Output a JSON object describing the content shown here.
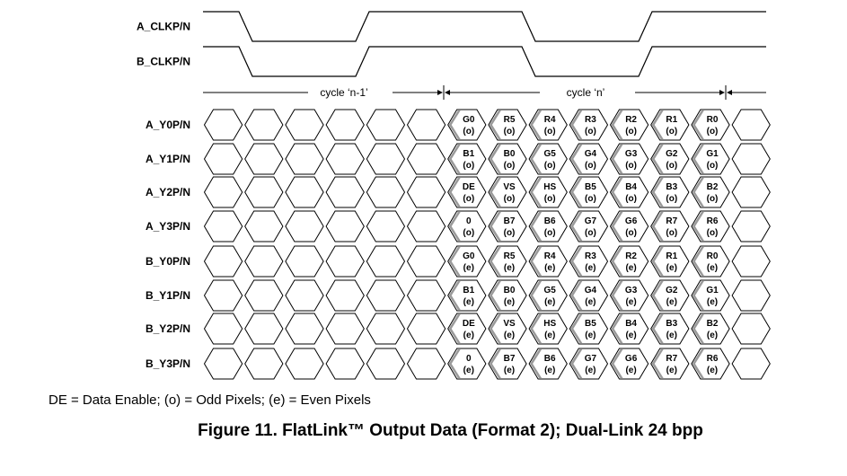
{
  "clock_signals": [
    "A_CLKP/N",
    "B_CLKP/N"
  ],
  "cycles": {
    "prev": "cycle ‘n-1’",
    "current": "cycle ‘n’"
  },
  "data_lanes": [
    {
      "name": "A_Y0P/N",
      "cells": [
        [
          "G0",
          "(o)"
        ],
        [
          "R5",
          "(o)"
        ],
        [
          "R4",
          "(o)"
        ],
        [
          "R3",
          "(o)"
        ],
        [
          "R2",
          "(o)"
        ],
        [
          "R1",
          "(o)"
        ],
        [
          "R0",
          "(o)"
        ]
      ]
    },
    {
      "name": "A_Y1P/N",
      "cells": [
        [
          "B1",
          "(o)"
        ],
        [
          "B0",
          "(o)"
        ],
        [
          "G5",
          "(o)"
        ],
        [
          "G4",
          "(o)"
        ],
        [
          "G3",
          "(o)"
        ],
        [
          "G2",
          "(o)"
        ],
        [
          "G1",
          "(o)"
        ]
      ]
    },
    {
      "name": "A_Y2P/N",
      "cells": [
        [
          "DE",
          "(o)"
        ],
        [
          "VS",
          "(o)"
        ],
        [
          "HS",
          "(o)"
        ],
        [
          "B5",
          "(o)"
        ],
        [
          "B4",
          "(o)"
        ],
        [
          "B3",
          "(o)"
        ],
        [
          "B2",
          "(o)"
        ]
      ]
    },
    {
      "name": "A_Y3P/N",
      "cells": [
        [
          "0",
          "(o)"
        ],
        [
          "B7",
          "(o)"
        ],
        [
          "B6",
          "(o)"
        ],
        [
          "G7",
          "(o)"
        ],
        [
          "G6",
          "(o)"
        ],
        [
          "R7",
          "(o)"
        ],
        [
          "R6",
          "(o)"
        ]
      ]
    },
    {
      "name": "B_Y0P/N",
      "cells": [
        [
          "G0",
          "(e)"
        ],
        [
          "R5",
          "(e)"
        ],
        [
          "R4",
          "(e)"
        ],
        [
          "R3",
          "(e)"
        ],
        [
          "R2",
          "(e)"
        ],
        [
          "R1",
          "(e)"
        ],
        [
          "R0",
          "(e)"
        ]
      ]
    },
    {
      "name": "B_Y1P/N",
      "cells": [
        [
          "B1",
          "(e)"
        ],
        [
          "B0",
          "(e)"
        ],
        [
          "G5",
          "(e)"
        ],
        [
          "G4",
          "(e)"
        ],
        [
          "G3",
          "(e)"
        ],
        [
          "G2",
          "(e)"
        ],
        [
          "G1",
          "(e)"
        ]
      ]
    },
    {
      "name": "B_Y2P/N",
      "cells": [
        [
          "DE",
          "(e)"
        ],
        [
          "VS",
          "(e)"
        ],
        [
          "HS",
          "(e)"
        ],
        [
          "B5",
          "(e)"
        ],
        [
          "B4",
          "(e)"
        ],
        [
          "B3",
          "(e)"
        ],
        [
          "B2",
          "(e)"
        ]
      ]
    },
    {
      "name": "B_Y3P/N",
      "cells": [
        [
          "0",
          "(e)"
        ],
        [
          "B7",
          "(e)"
        ],
        [
          "B6",
          "(e)"
        ],
        [
          "G7",
          "(e)"
        ],
        [
          "G6",
          "(e)"
        ],
        [
          "R7",
          "(e)"
        ],
        [
          "R6",
          "(e)"
        ]
      ]
    }
  ],
  "legend": "DE = Data Enable; (o) = Odd Pixels; (e) = Even Pixels",
  "caption": "Figure 11.  FlatLink™ Output Data (Format 2); Dual-Link 24 bpp",
  "colors": {
    "line": "#000000",
    "active_cell_fill": "#ffffff",
    "edge_shade": "#9a9a9a"
  }
}
